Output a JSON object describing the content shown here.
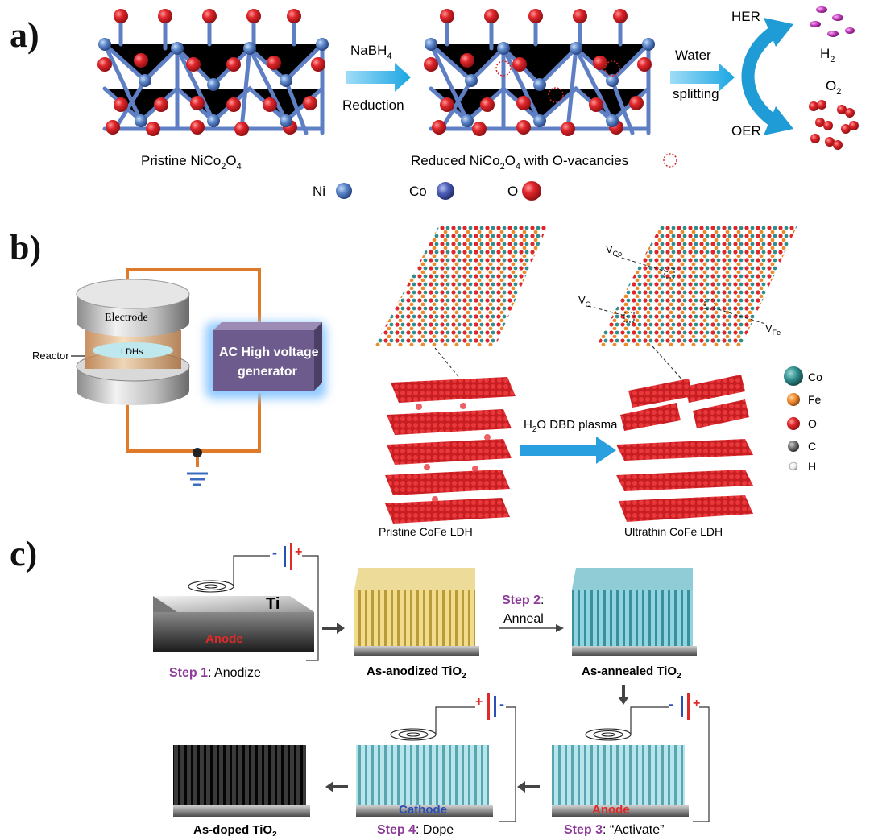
{
  "panel_a": {
    "label": "a)",
    "pristine_caption": "Pristine NiCo",
    "pristine_sub1": "2",
    "pristine_mid": "O",
    "pristine_sub2": "4",
    "reagent_top": "NaBH",
    "reagent_sub": "4",
    "reagent_bottom": "Reduction",
    "reduced_caption_pre": "Reduced NiCo",
    "reduced_sub1": "2",
    "reduced_mid": "O",
    "reduced_sub2": "4",
    "reduced_caption_post": " with O-vacancies",
    "water_top": "Water",
    "water_bottom": "splitting",
    "her": "HER",
    "oer": "OER",
    "h2": "H",
    "h2_sub": "2",
    "o2": "O",
    "o2_sub": "2",
    "legend": [
      {
        "label": "Ni",
        "color": "#5b86c9"
      },
      {
        "label": "Co",
        "color": "#4d5fb8"
      },
      {
        "label": "O",
        "color": "#e0262b"
      }
    ]
  },
  "panel_b": {
    "label": "b)",
    "electrode": "Electrode",
    "reactor": "Reactor",
    "ldhs": "LDHs",
    "generator_line1": "AC High voltage",
    "generator_line2": "generator",
    "plasma_label": "H",
    "plasma_sub": "2",
    "plasma_rest": "O DBD plasma",
    "pristine": "Pristine CoFe LDH",
    "ultrathin": "Ultrathin CoFe LDH",
    "v_co": "V",
    "v_co_sub": "Co",
    "v_o": "V",
    "v_o_sub": "O",
    "v_fe": "V",
    "v_fe_sub": "Fe",
    "legend": [
      {
        "label": "Co",
        "color": "#2f8e8c"
      },
      {
        "label": "Fe",
        "color": "#ef8a2a"
      },
      {
        "label": "O",
        "color": "#e0262b"
      },
      {
        "label": "C",
        "color": "#707070"
      },
      {
        "label": "H",
        "color": "#f2f2f2"
      }
    ]
  },
  "panel_c": {
    "label": "c)",
    "ti": "Ti",
    "anode": "Anode",
    "cathode": "Cathode",
    "step1_bold": "Step 1",
    "step1_rest": ": Anodize",
    "step2_bold": "Step 2",
    "step2_colon": ":",
    "step2_rest": "Anneal",
    "step3_bold": "Step 3",
    "step3_rest": ": “Activate”",
    "step4_bold": "Step 4",
    "step4_rest": ": Dope",
    "anodized": "As-anodized TiO",
    "annealed": "As-annealed TiO",
    "doped": "As-doped TiO",
    "sub2": "2",
    "minus": "-",
    "plus": "+"
  }
}
